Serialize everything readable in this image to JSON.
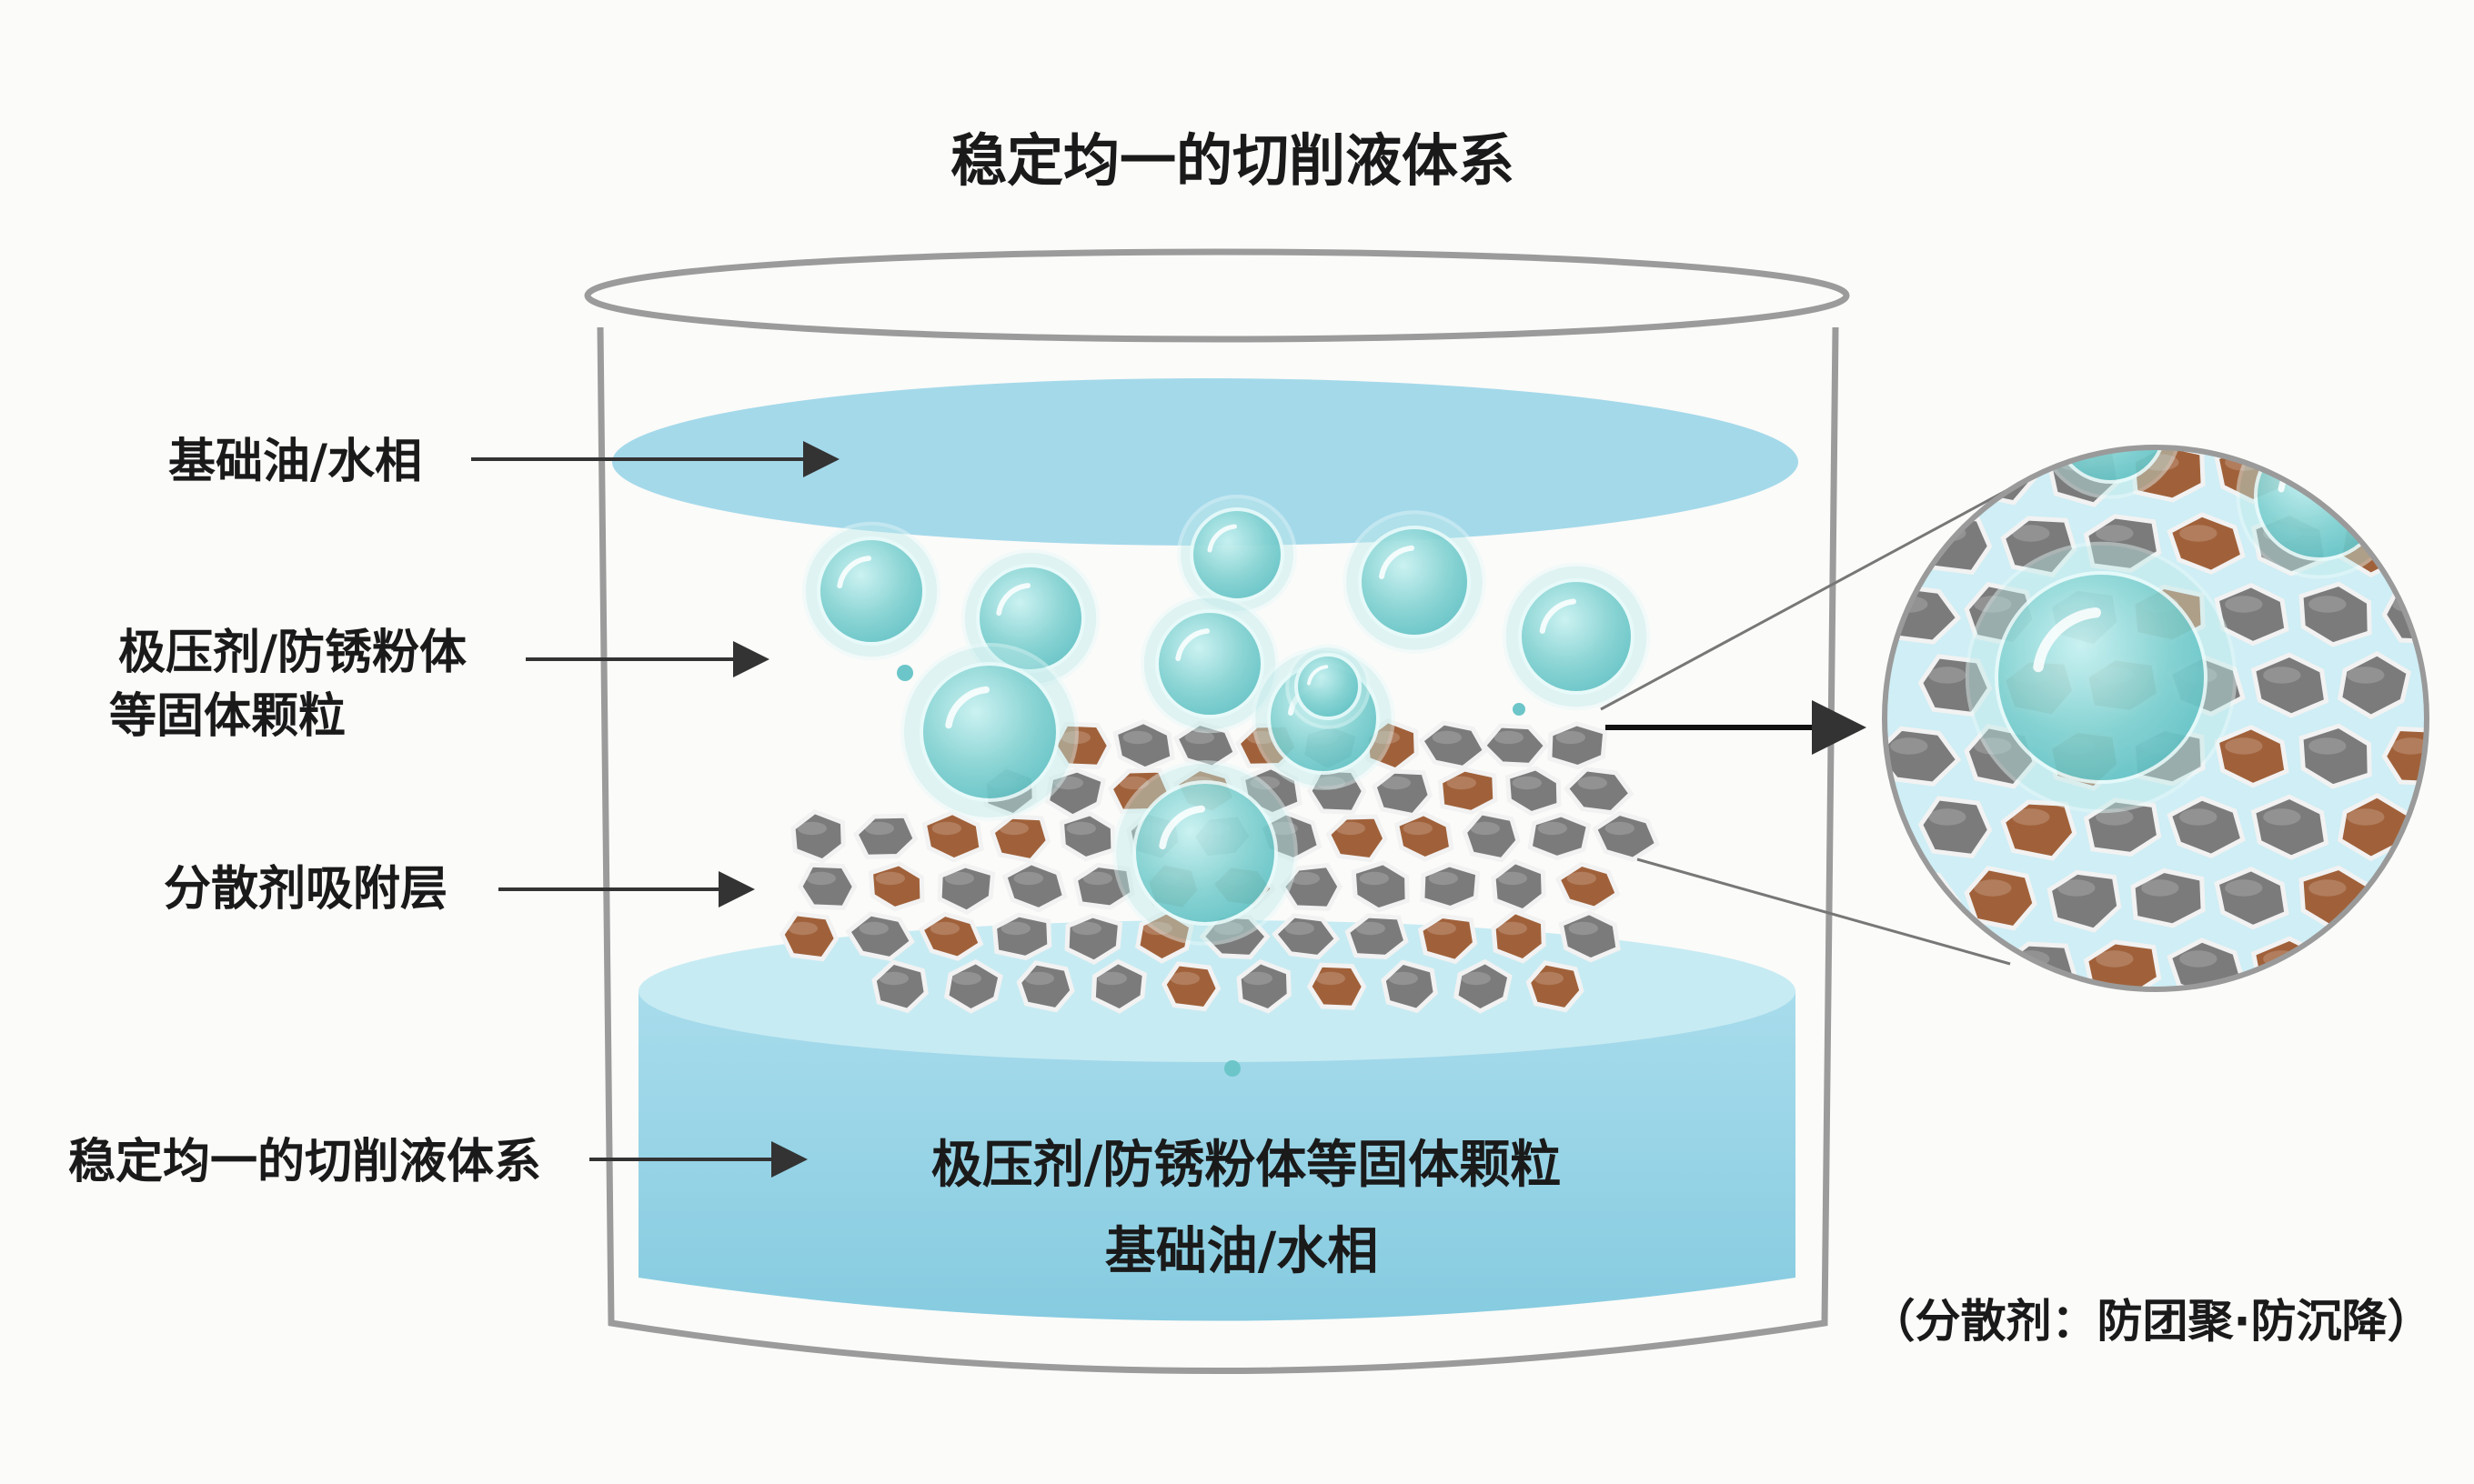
{
  "title": "稳定均一的切削液体系",
  "labels": {
    "oil_phase": "基础油/水相",
    "particles_line1": "极压剂/防锈粉体",
    "particles_line2": "等固体颗粒",
    "adsorption_layer": "分散剂吸附层",
    "stable_system": "稳定均一的切削液体系"
  },
  "beaker_text": {
    "line1": "极压剂/防锈粉体等固体颗粒",
    "line2": "基础油/水相"
  },
  "note": "（分散剂：防团聚·防沉降）",
  "colors": {
    "liquid": "#8fd0e4",
    "liquid_light": "#bde6f1",
    "grey_particle": "#7b7b7b",
    "brown_particle": "#a0613a",
    "bubble": "#7fd0d0"
  }
}
